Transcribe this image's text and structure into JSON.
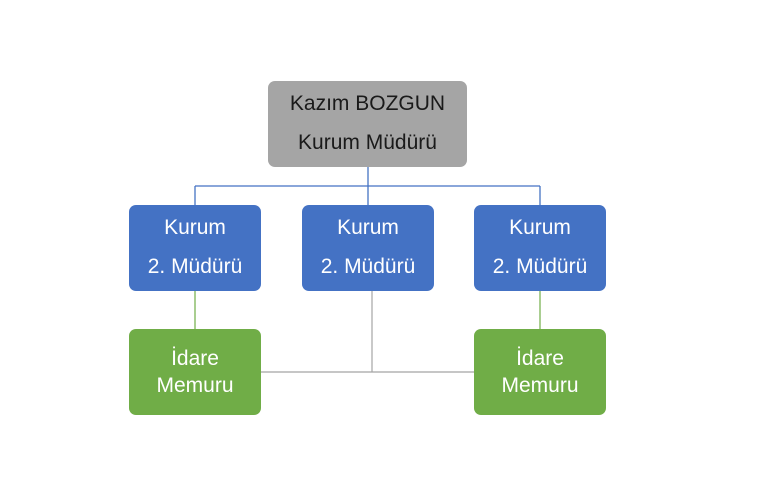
{
  "root": {
    "name": "Kazım BOZGUN",
    "title": "Kurum Müdürü"
  },
  "managers": [
    {
      "line1": "Kurum",
      "line2": "2. Müdürü"
    },
    {
      "line1": "Kurum",
      "line2": "2. Müdürü"
    },
    {
      "line1": "Kurum",
      "line2": "2. Müdürü"
    }
  ],
  "staff": [
    {
      "line1": "İdare",
      "line2": "Memuru"
    },
    {
      "line1": "İdare",
      "line2": "Memuru"
    }
  ],
  "colors": {
    "root_fill": "#a5a5a5",
    "manager_fill": "#4472c4",
    "staff_fill": "#70ad47",
    "primary_connector": "#4472c4",
    "secondary_connector": "#a5a5a5",
    "staff_connector": "#70ad47"
  }
}
